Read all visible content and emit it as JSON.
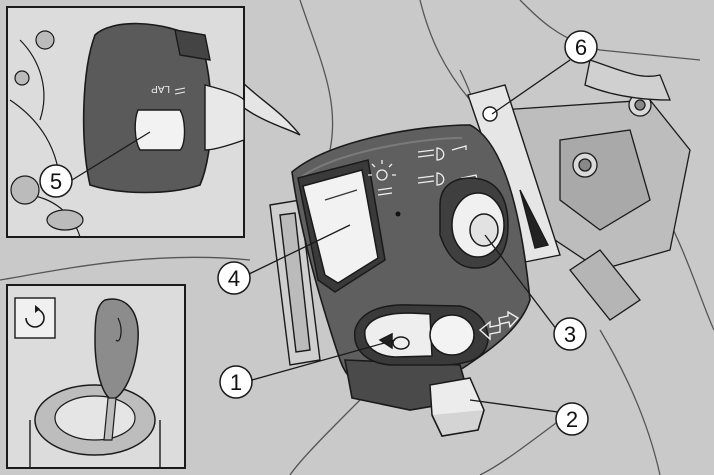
{
  "figure": {
    "callouts": [
      {
        "number": "1"
      },
      {
        "number": "2"
      },
      {
        "number": "3"
      },
      {
        "number": "4"
      },
      {
        "number": "5"
      },
      {
        "number": "6"
      }
    ],
    "inset_top_left": {
      "switch_label": "LAP"
    },
    "inset_bottom_left": {
      "icon": "rotate-key-icon"
    }
  },
  "colors": {
    "background": "#c9c9c9",
    "housing": "#5f5f5f",
    "housing_dark": "#3f3f3f",
    "button_light": "#eeeeee",
    "line": "#1a1a1a"
  }
}
